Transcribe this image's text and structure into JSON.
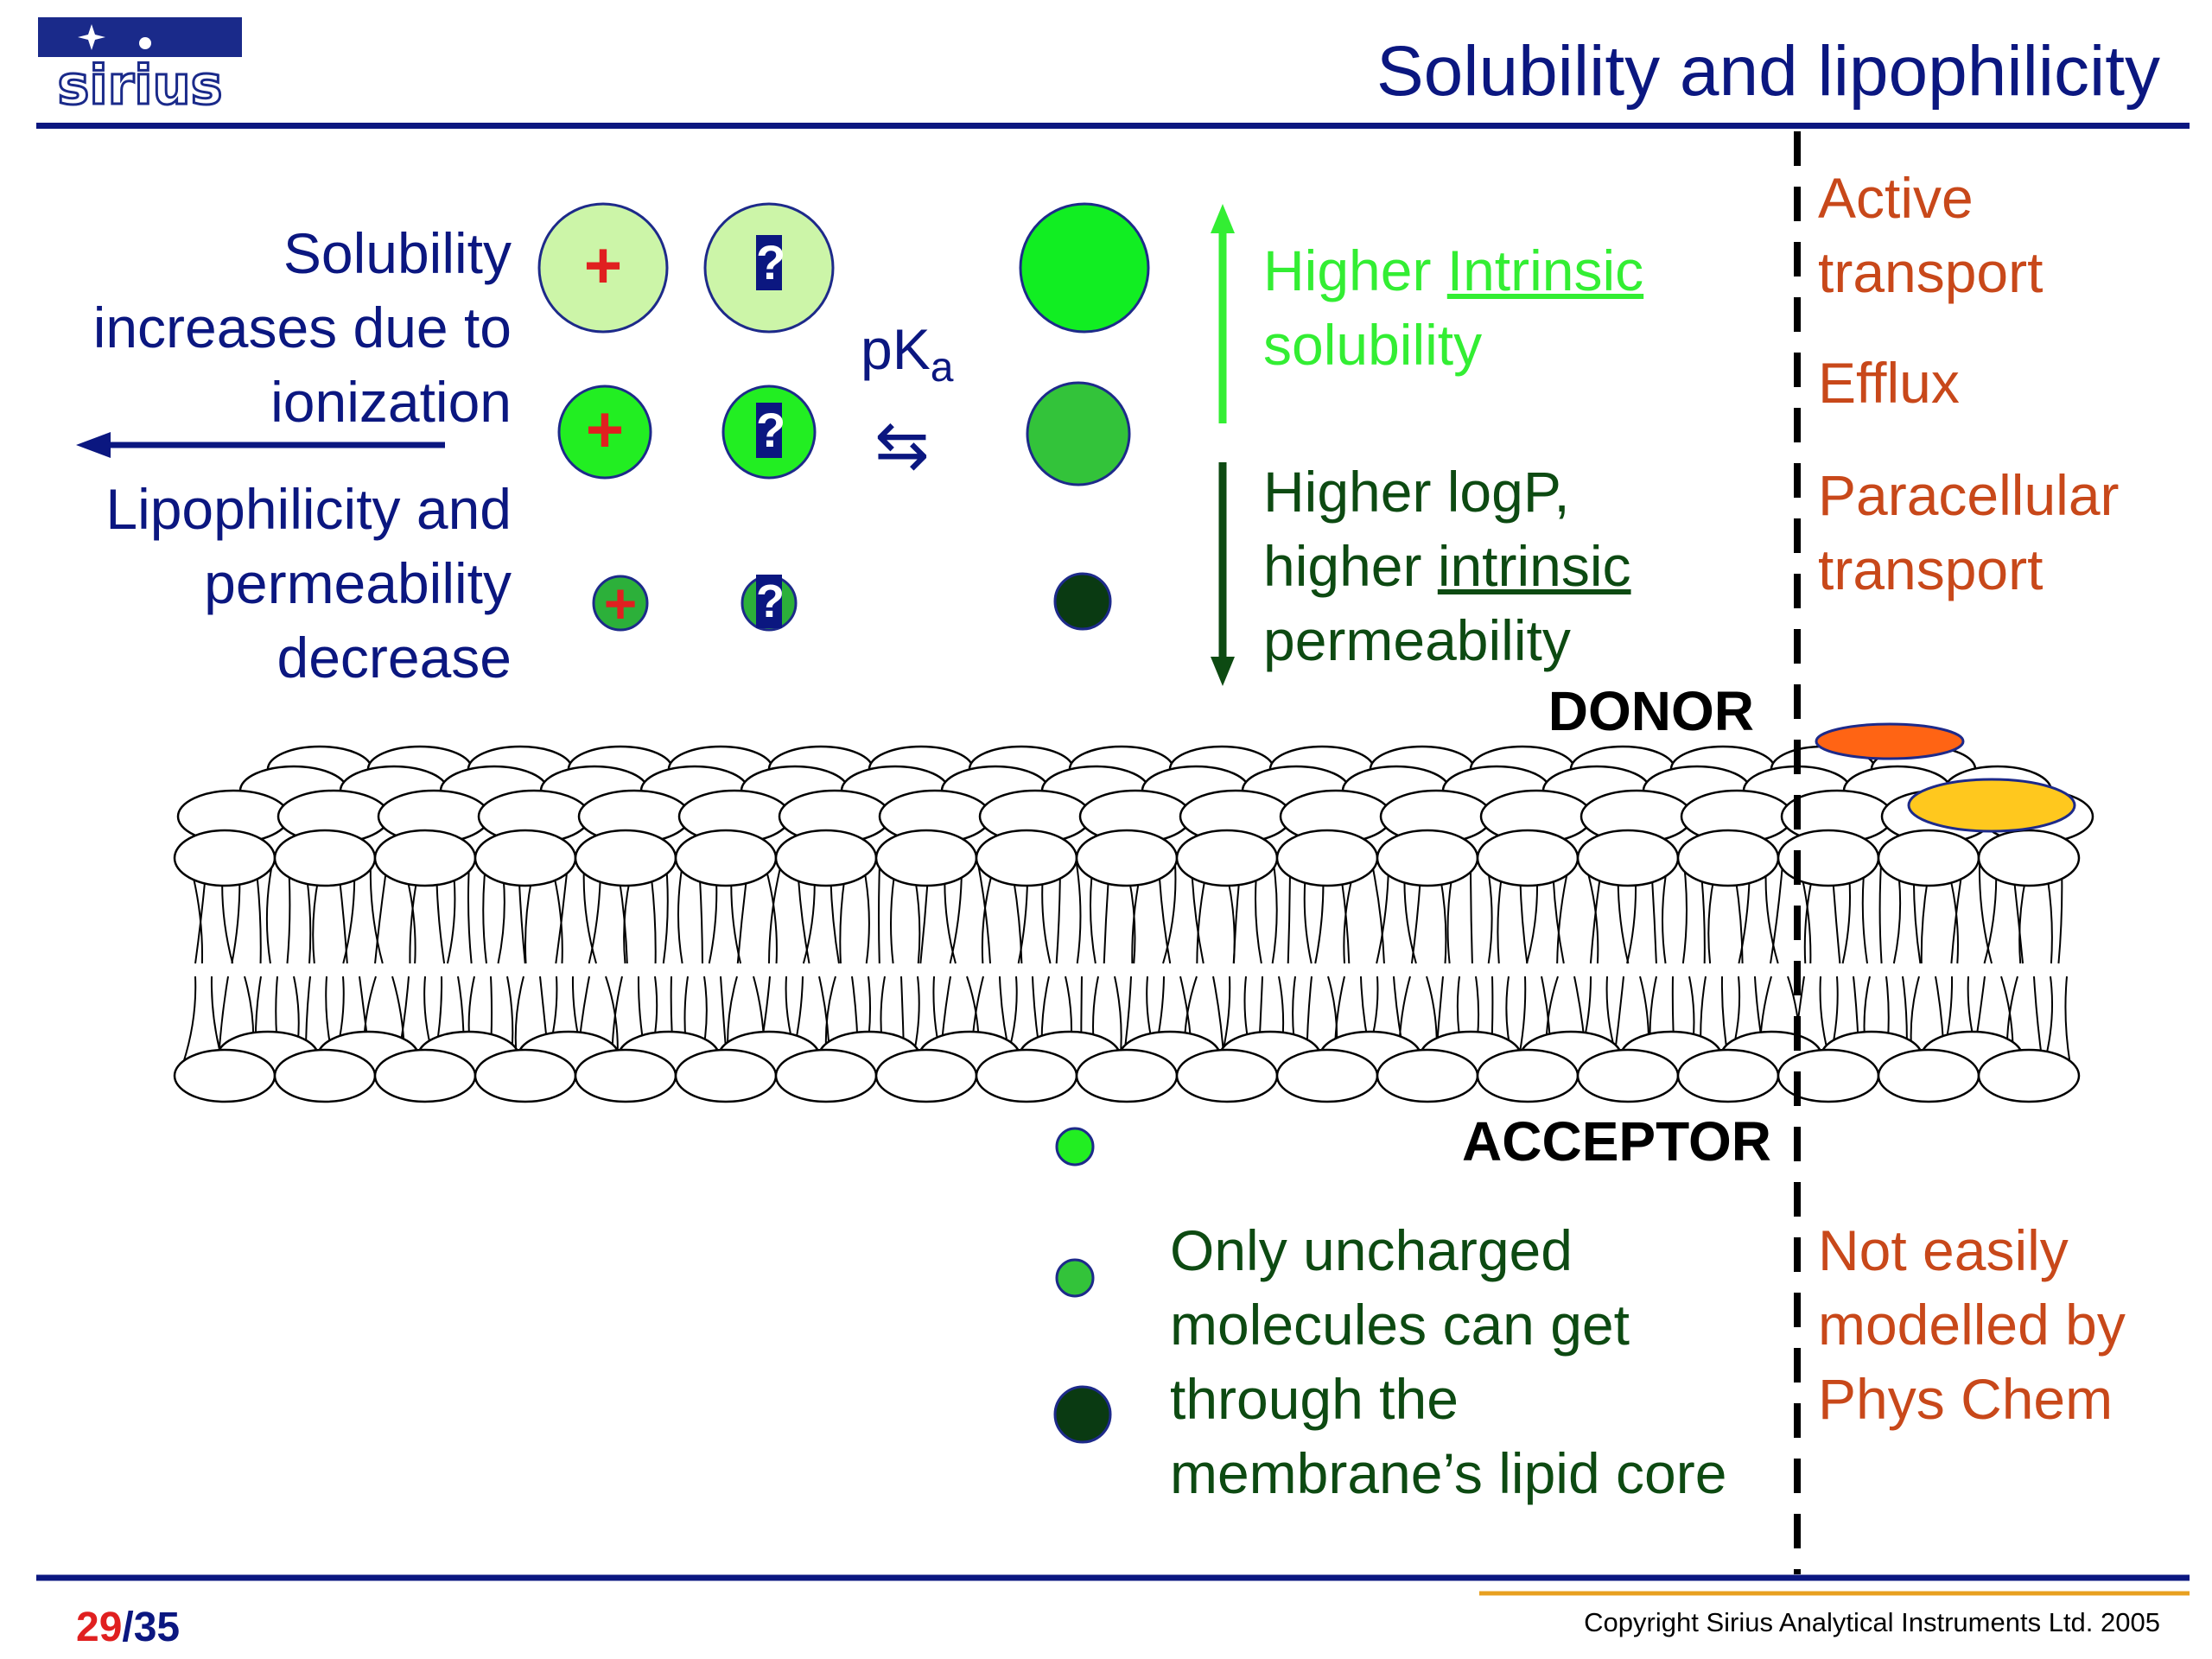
{
  "header": {
    "title": "Solubility and lipophilicity",
    "logo_text": "sirius"
  },
  "left": {
    "solubility_lines": [
      "Solubility",
      "increases due to",
      "ionization"
    ],
    "lipophilicity_lines": [
      "Lipophilicity and",
      "permeability",
      "decrease"
    ]
  },
  "molecules": {
    "cation_symbol": "+",
    "anion_symbol": "?",
    "pka_base": "pK",
    "pka_sub": "a",
    "equilibrium_symbol": "⇆"
  },
  "arrows": {
    "solubility_prefix": "Higher ",
    "solubility_underlined": "Intrinsic",
    "solubility_line2": "solubility",
    "logp_line1": "Higher logP,",
    "logp_prefix": "higher ",
    "logp_underlined": "intrinsic",
    "logp_line3": "permeability"
  },
  "right": {
    "active_line1": "Active",
    "active_line2": "transport",
    "efflux": "Efflux",
    "paracellular_line1": "Paracellular",
    "paracellular_line2": "transport",
    "not_easily_lines": [
      "Not easily",
      "modelled by",
      "Phys Chem"
    ]
  },
  "membrane": {
    "donor_label": "DONOR",
    "acceptor_label": "ACCEPTOR"
  },
  "bottom": {
    "uncharged_lines": [
      "Only uncharged",
      "molecules can get",
      "through the",
      "membrane’s lipid core"
    ]
  },
  "footer": {
    "page_current": "29",
    "page_separator": "/",
    "page_total": "35",
    "copyright": "Copyright Sirius Analytical Instruments Ltd. 2005"
  },
  "colors": {
    "navy": "#0b1780",
    "light_green": "#33ee33",
    "dark_green": "#0d4a12",
    "orange_text": "#c8481a",
    "red": "#e02020",
    "footer_line": "#e8a020"
  }
}
